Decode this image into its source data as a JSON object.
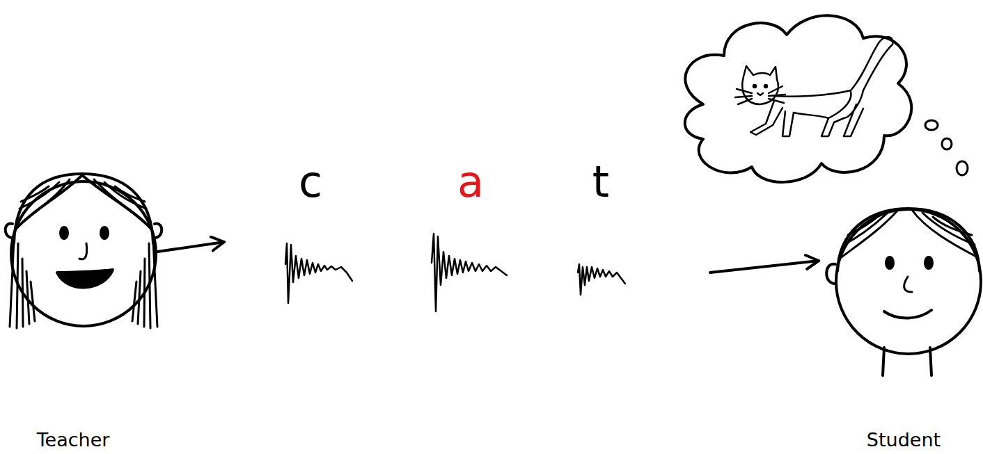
{
  "diagram": {
    "labels": [
      "c",
      "a",
      "t",
      "Teacher",
      "Student"
    ]
  }
}
